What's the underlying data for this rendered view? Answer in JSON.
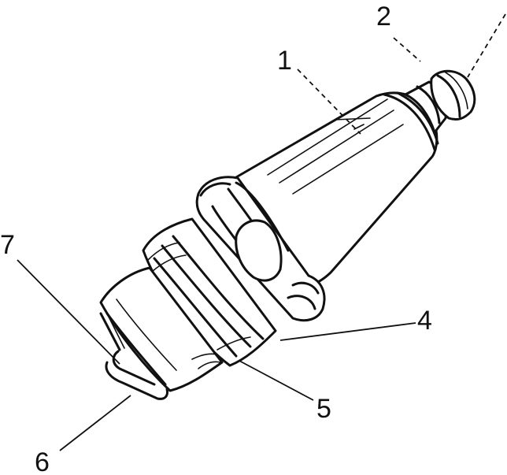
{
  "diagram": {
    "labels": [
      {
        "id": "1",
        "text": "1"
      },
      {
        "id": "2",
        "text": "2"
      },
      {
        "id": "4",
        "text": "4"
      },
      {
        "id": "5",
        "text": "5"
      },
      {
        "id": "6",
        "text": "6"
      },
      {
        "id": "7",
        "text": "7"
      }
    ]
  }
}
